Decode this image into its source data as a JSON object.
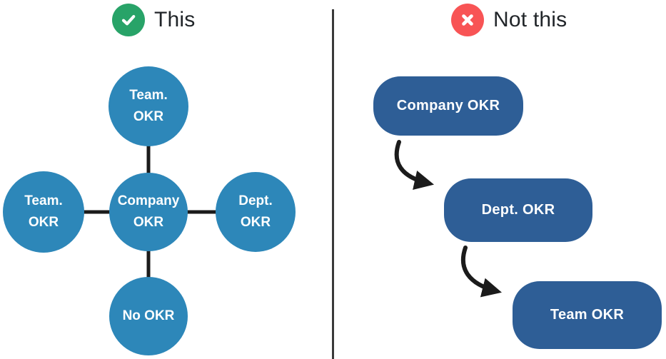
{
  "left_panel": {
    "header": {
      "label": "This",
      "icon": "check-circle-icon",
      "icon_color": "#28A368"
    },
    "node_color": "#2D87B9",
    "nodes": [
      {
        "id": "top",
        "label": "Team.\nOKR"
      },
      {
        "id": "left",
        "label": "Team.\nOKR"
      },
      {
        "id": "center",
        "label": "Company\nOKR"
      },
      {
        "id": "right",
        "label": "Dept.\nOKR"
      },
      {
        "id": "bottom",
        "label": "No OKR"
      }
    ],
    "connections": [
      "center-top",
      "center-left",
      "center-right",
      "center-bottom"
    ]
  },
  "right_panel": {
    "header": {
      "label": "Not this",
      "icon": "x-circle-icon",
      "icon_color": "#F85455"
    },
    "node_color": "#2E5E96",
    "nodes": [
      {
        "id": "company",
        "label": "Company OKR"
      },
      {
        "id": "dept",
        "label": "Dept. OKR"
      },
      {
        "id": "team",
        "label": "Team OKR"
      }
    ],
    "connections": [
      "company-to-dept-arrow",
      "dept-to-team-arrow"
    ]
  },
  "colors": {
    "connector": "#1B1B1B",
    "divider": "#3A3A3A",
    "header_text": "#212529",
    "node_text": "#FFFFFF"
  }
}
